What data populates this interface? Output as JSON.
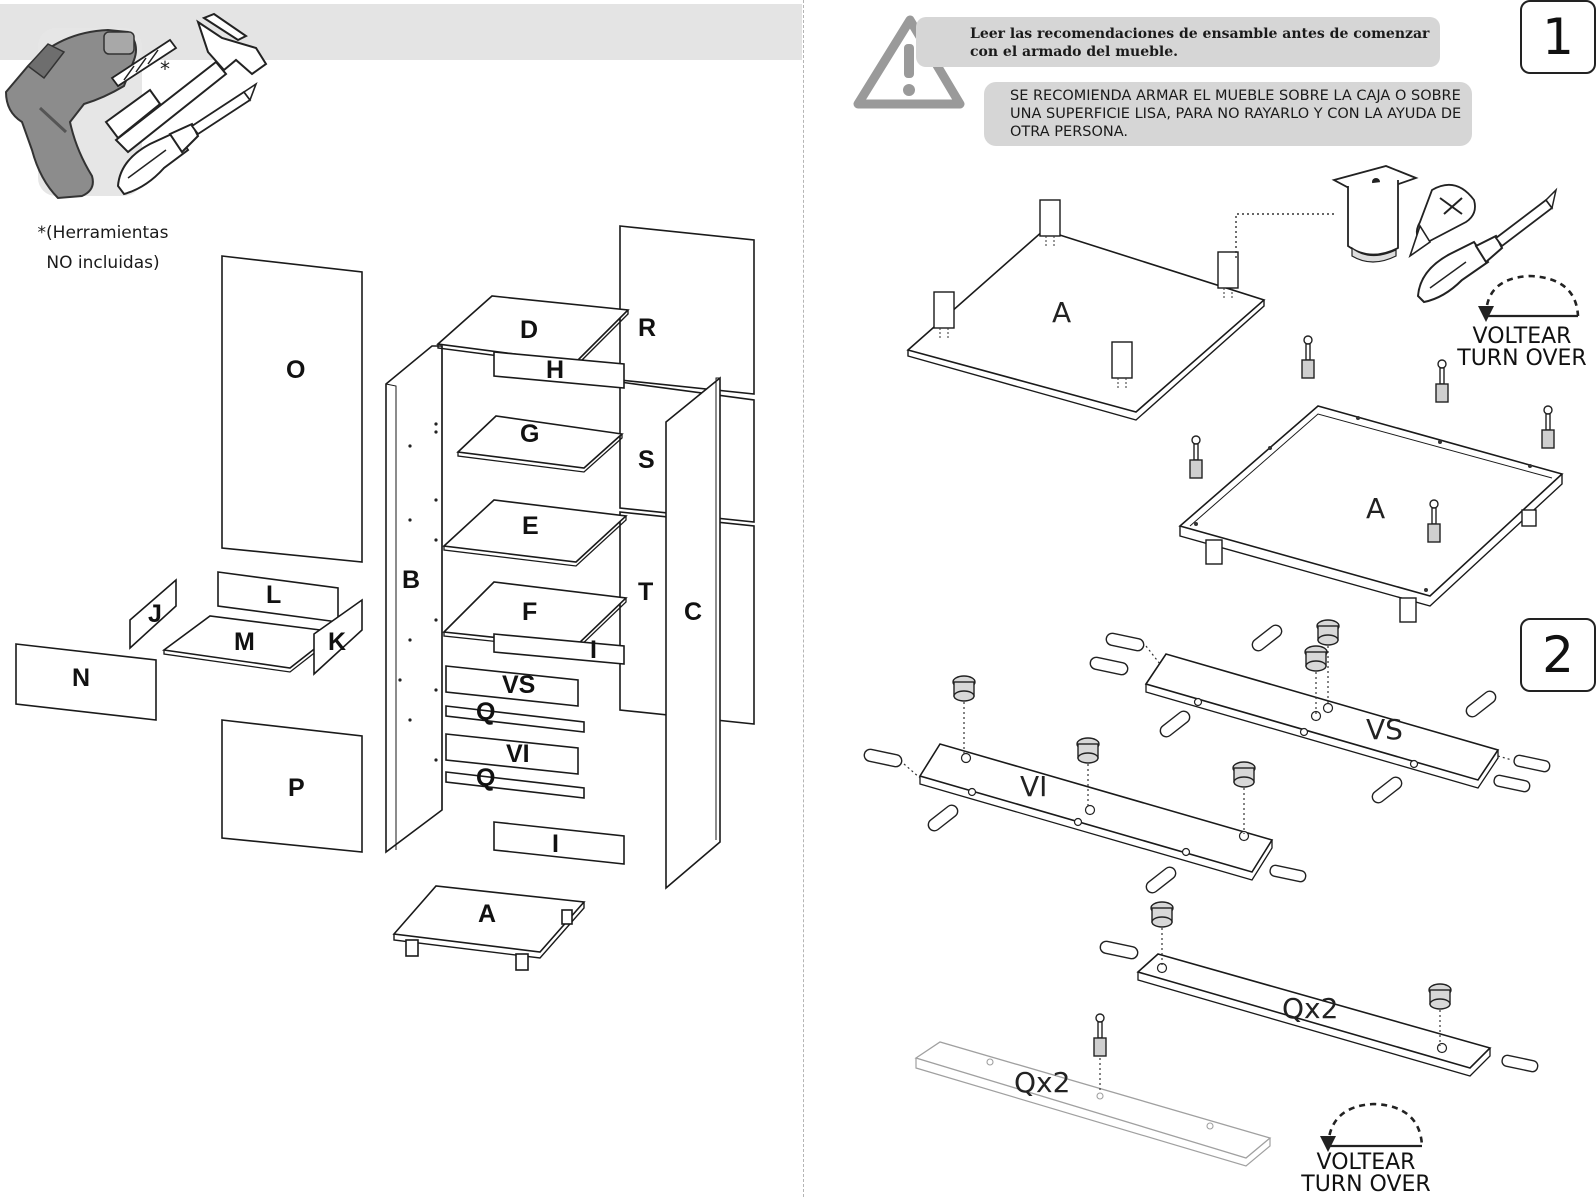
{
  "left_page": {
    "tools_note": {
      "line1": "*(Herramientas",
      "line2": "NO incluidas)"
    },
    "tools_asterisk": "*",
    "tool_icons": [
      "drill-icon",
      "drill-bit-icon",
      "hammer-icon",
      "screwdriver-icon"
    ],
    "parts": [
      "O",
      "R",
      "D",
      "H",
      "G",
      "S",
      "E",
      "B",
      "T",
      "C",
      "F",
      "I",
      "VS",
      "Q",
      "VI",
      "Q",
      "I",
      "J",
      "L",
      "M",
      "K",
      "N",
      "P",
      "A"
    ]
  },
  "right_page": {
    "step1": {
      "number": "1",
      "warning_heading": "Leer las recomendaciones de ensamble antes de comenzar con el armado del mueble.",
      "warning_body": "SE RECOMIENDA ARMAR EL MUEBLE SOBRE LA CAJA O SOBRE UNA SUPERFICIE LISA, PARA NO RAYARLO Y CON LA AYUDA DE OTRA PERSONA.",
      "panel_top": "A",
      "panel_bottom": "A",
      "turn_over": {
        "es": "VOLTEAR",
        "en": "TURN OVER"
      }
    },
    "step2": {
      "number": "2",
      "labels": {
        "vs": "VS",
        "vi": "VI",
        "q_upper": "Qx2",
        "q_lower": "Qx2"
      },
      "turn_over": {
        "es": "VOLTEAR",
        "en": "TURN OVER"
      }
    }
  }
}
